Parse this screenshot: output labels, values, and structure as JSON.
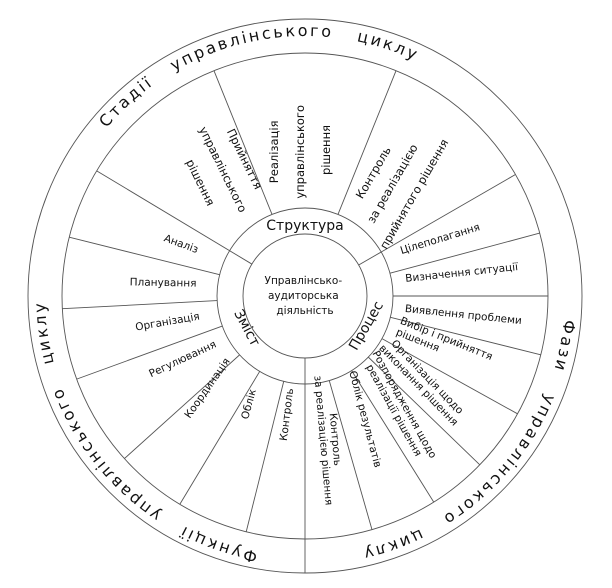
{
  "center": {
    "lines": [
      "Управлінсько-",
      "аудиторська",
      "діяльність"
    ]
  },
  "outer_ring": {
    "stages": "Стадії управлінського циклу",
    "phases": "Фази управлінського циклу",
    "functions": "Функції управлінського циклу"
  },
  "structure": {
    "label": "Структура",
    "items": [
      {
        "lines": [
          "Прийняття",
          "управлінського",
          "рішення"
        ]
      },
      {
        "lines": [
          "Реалізація",
          "управлінського",
          "рішення"
        ]
      },
      {
        "lines": [
          "Контроль",
          "за реалізацією",
          "прийнятого рішення"
        ]
      }
    ]
  },
  "content": {
    "label": "Зміст",
    "items": [
      "Аналіз",
      "Планування",
      "Організація",
      "Регулювання",
      "Координація",
      "Облік",
      "Контроль"
    ]
  },
  "process": {
    "label": "Процес",
    "items": [
      {
        "lines": [
          "Цілеполагання"
        ]
      },
      {
        "lines": [
          "Визначення ситуації"
        ]
      },
      {
        "lines": [
          "Виявлення проблеми"
        ]
      },
      {
        "lines": [
          "Вибір і прийняття",
          "рішення"
        ]
      },
      {
        "lines": [
          "Організація щодо",
          "виконання рішення"
        ]
      },
      {
        "lines": [
          "Розпорядження щодо",
          "реалізації рішення"
        ]
      },
      {
        "lines": [
          "Облік результатів"
        ]
      },
      {
        "lines": [
          "Контроль",
          "за реалізацією рішення"
        ]
      }
    ]
  }
}
